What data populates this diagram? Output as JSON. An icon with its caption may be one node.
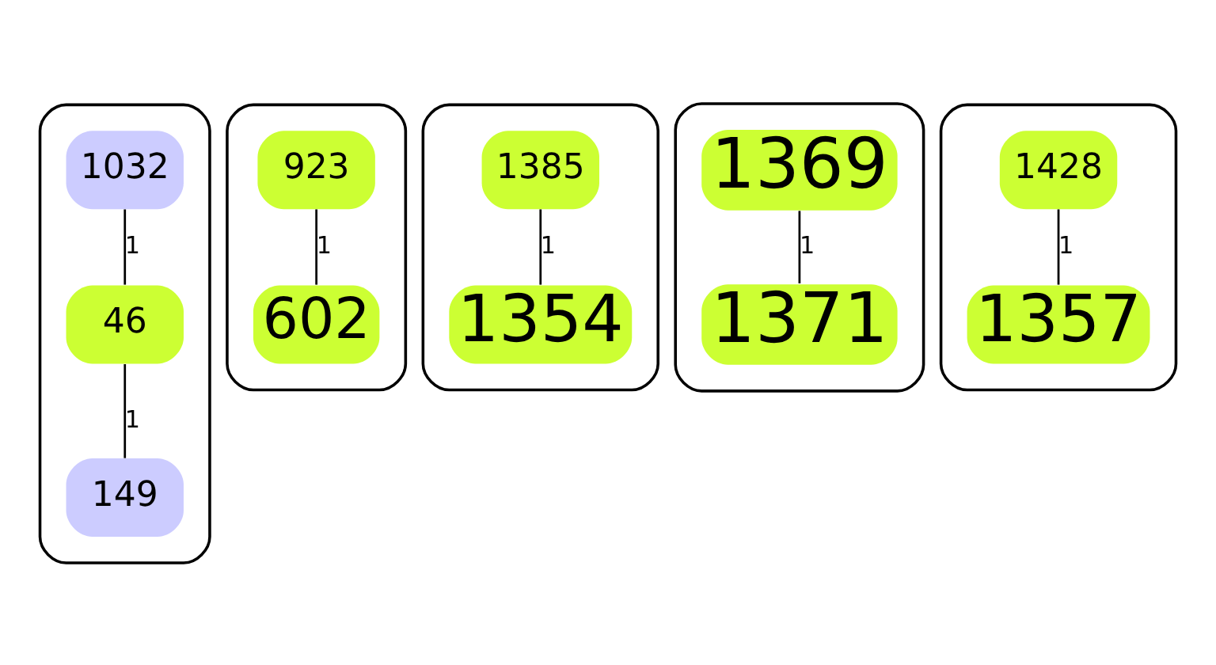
{
  "diagram": {
    "nodes": [
      {
        "text": [],
        "shape": "box"
      },
      {
        "text": [
          "1032"
        ],
        "in": 0
      },
      {
        "text": [
          "46"
        ],
        "in": 0
      },
      {
        "text": [
          "149"
        ],
        "in": 0
      },
      {
        "text": [],
        "shape": "box"
      },
      {
        "text": [
          "923"
        ],
        "in": 4
      },
      {
        "text": [
          "602"
        ],
        "in": 4
      },
      {
        "text": [],
        "shape": "box"
      },
      {
        "text": [
          "1385"
        ],
        "in": 7
      },
      {
        "text": [
          "1354"
        ],
        "in": 7
      },
      {
        "text": [],
        "shape": "box"
      },
      {
        "text": [
          "1369"
        ],
        "in": 10
      },
      {
        "text": [
          "1371"
        ],
        "in": 10
      },
      {
        "text": [],
        "shape": "box"
      },
      {
        "text": [
          "1428"
        ],
        "in": 13
      },
      {
        "text": [
          "1357"
        ],
        "in": 13
      }
    ],
    "edges": [
      {
        "from": 1,
        "to": 2,
        "arrow": "none",
        "label": "1"
      },
      {
        "from": 2,
        "to": 3,
        "arrow": "none",
        "label": "1"
      },
      {
        "from": 5,
        "to": 6,
        "arrow": "none",
        "label": "1"
      },
      {
        "from": 8,
        "to": 9,
        "arrow": "none",
        "label": "1"
      },
      {
        "from": 11,
        "to": 12,
        "arrow": "none",
        "label": "1"
      },
      {
        "from": 14,
        "to": 15,
        "arrow": "none",
        "label": "1"
      }
    ]
  }
}
